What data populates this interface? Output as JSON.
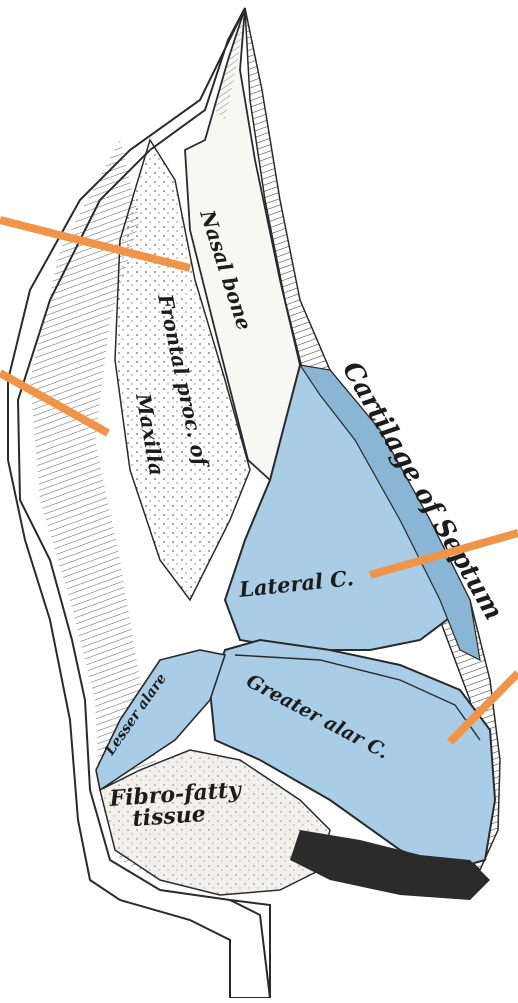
{
  "labels": {
    "nasal_bone": "Nasal bone",
    "frontal_proc": "Frontal proc. of",
    "maxilla": "Maxilla",
    "cartilage_of_septum": "Cartilage of Septum",
    "lateral_c": "Lateral C.",
    "greater_alar_c": "Greater alar C.",
    "lesser_alar": "Lesser alare",
    "fibro_fatty": "Fibro-fatty",
    "tissue": "tissue"
  },
  "colors": {
    "cartilage": "#a9cde6",
    "cartilage_dark": "#8ab6d6",
    "leader_line": "#f0944a",
    "ink": "#2a2a2a",
    "bone": "#f2f2ef"
  }
}
